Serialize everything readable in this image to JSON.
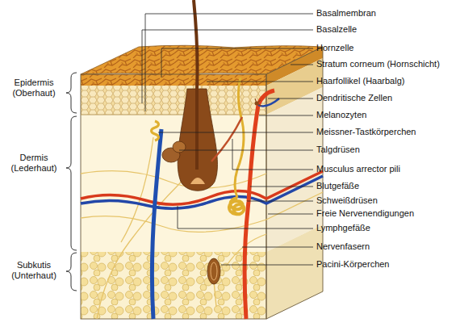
{
  "diagram": {
    "labels": [
      "Basalmembran",
      "Basalzelle",
      "Hornzelle",
      "Stratum corneum (Hornschicht)",
      "Haarfollikel (Haarbalg)",
      "Dendritische Zellen",
      "Melanozyten",
      "Meissner-Tastkörperchen",
      "Talgdrüsen",
      "Musculus arrector pili",
      "Blutgefäße",
      "Schweißdrüsen",
      "Freie Nervenendigungen",
      "Lymphgefäße",
      "Nervenfasern",
      "Pacini-Körperchen",
      "Epidermis (Oberhaut)",
      "Dermis (Lederhaut)",
      "Subkutis (Unterhaut)"
    ]
  }
}
